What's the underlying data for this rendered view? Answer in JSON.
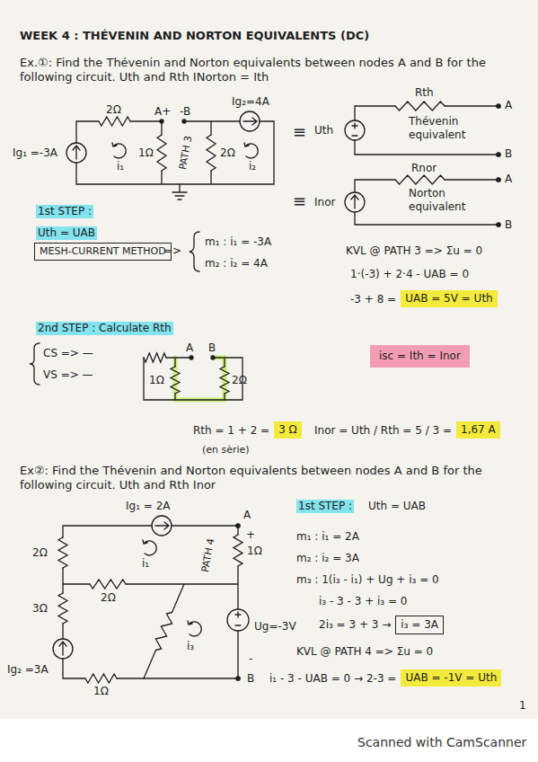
{
  "diagram": {
    "title": "WEEK 4 : THÉVENIN AND NORTON EQUIVALENTS (DC)",
    "nodes": [
      {
        "text": [
          "MESH-CURRENT METHOD"
        ]
      },
      {
        "text": [
          "isc = Ith = Inor"
        ]
      },
      {
        "text": [
          "UAB = 5V = Uth"
        ]
      },
      {
        "text": [
          "3 Ω"
        ]
      },
      {
        "text": [
          "1,67 A"
        ]
      },
      {
        "text": [
          "i₃ = 3A"
        ]
      },
      {
        "text": [
          "UAB = -1V = Uth"
        ]
      }
    ],
    "labels": [
      "Ex.①: Find the Thévenin and Norton equivalents between nodes A and B for the following circuit. Uth and Rth INorton = Ith",
      "2Ω",
      "A+",
      "-B",
      "Ig₂=4A",
      "Ig₁ =-3A",
      "1Ω",
      "PATH 3",
      "2Ω",
      "i₁",
      "i₂",
      "≡",
      "Rth",
      "A",
      "Uth",
      "Thévenin equivalent",
      "B",
      "≡",
      "Rnor",
      "A",
      "Inor",
      "Norton equivalent",
      "B",
      "1st STEP :",
      "Uth = UAB",
      "=>",
      "m₁ : i₁ = -3A",
      "m₂ : i₂ = 4A",
      "KVL @ PATH 3 => Σu = 0",
      "1·(-3) + 2·4 - UAB = 0",
      "-3 + 8 =",
      "2nd STEP : Calculate Rth",
      "CS => —",
      "VS => —",
      "A",
      "B",
      "1Ω",
      "2Ω",
      "Rth = 1 + 2 =",
      "(en sèrie)",
      "Inor = Uth / Rth = 5 / 3 =",
      "Ex②: Find the Thévenin and Norton equivalents between nodes A and B for the following circuit. Uth and Rth Inor",
      "Ig₁ = 2A",
      "A",
      "+",
      "2Ω",
      "1Ω",
      "PATH 4",
      "i₁",
      "2Ω",
      "3Ω",
      "Ug=-3V",
      "Ig₂ =3A",
      "i₃",
      "B",
      "-",
      "1Ω",
      "1st STEP :",
      "Uth = UAB",
      "m₁ : i₁ = 2A",
      "m₂ : i₂ = 3A",
      "m₃ : 1(i₃ - i₁) + Ug + i₃ = 0",
      "i₃ - 3 - 3 + i₃ = 0",
      "2i₃ = 3 + 3 →",
      "KVL @ PATH 4 => Σu = 0",
      "i₁ - 3 - UAB = 0 → 2-3 =",
      "1",
      "Scanned with CamScanner"
    ]
  }
}
